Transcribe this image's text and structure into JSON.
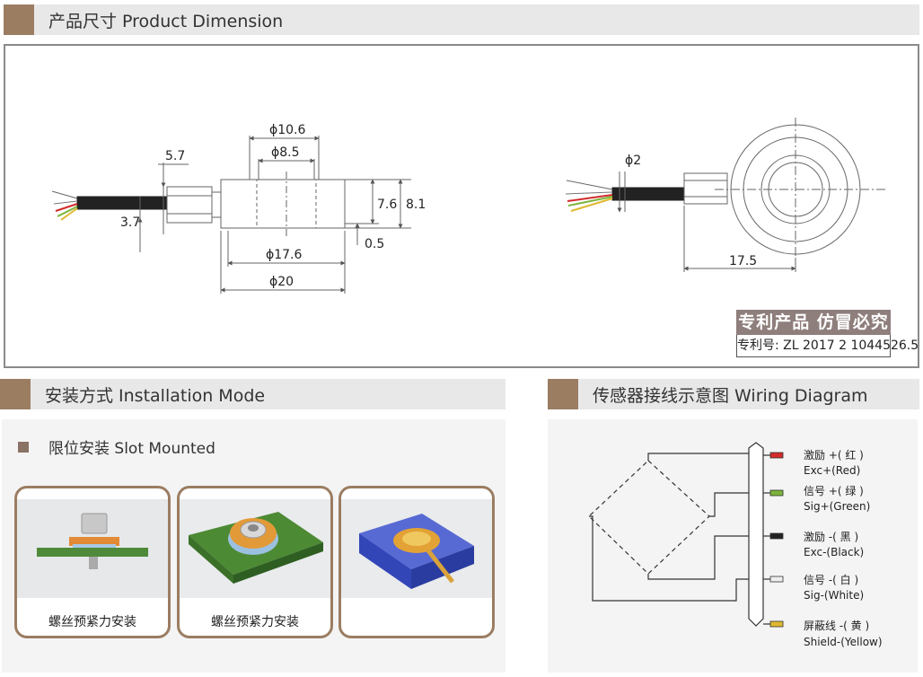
{
  "sections": {
    "dimension": {
      "title": "产品尺寸 Product Dimension"
    },
    "installation": {
      "title": "安装方式 Installation Mode",
      "subtitle": "限位安装 Slot Mounted"
    },
    "wiring": {
      "title": "传感器接线示意图 Wiring Diagram"
    }
  },
  "dimensions": {
    "d10_6": "ϕ10.6",
    "d8_5": "ϕ8.5",
    "d17_6": "ϕ17.6",
    "d20": "ϕ20",
    "h7_6": "7.6",
    "h8_1": "8.1",
    "t0_5": "0.5",
    "c5_7": "5.7",
    "c3_7": "3.7",
    "d2": "ϕ2",
    "l17_5": "17.5"
  },
  "patent": {
    "title": "专利产品 仿冒必究",
    "number": "专利号: ZL 2017 2 1044526.5"
  },
  "install_cards": [
    {
      "caption": "螺丝预紧力安装"
    },
    {
      "caption": "螺丝预紧力安装"
    },
    {
      "caption": ""
    }
  ],
  "wires": [
    {
      "cn": "激励 +( 红 )",
      "en": "Exc+(Red)",
      "color": "#d22b2b"
    },
    {
      "cn": "信号 +( 绿 )",
      "en": "Sig+(Green)",
      "color": "#7bb33a"
    },
    {
      "cn": "激励 -( 黑 )",
      "en": "Exc-(Black)",
      "color": "#222222"
    },
    {
      "cn": "信号 -( 白 )",
      "en": "Sig-(White)",
      "color": "#dddddd"
    },
    {
      "cn": "屏蔽线 -( 黄 )",
      "en": "Shield-(Yellow)",
      "color": "#e0b830"
    }
  ]
}
